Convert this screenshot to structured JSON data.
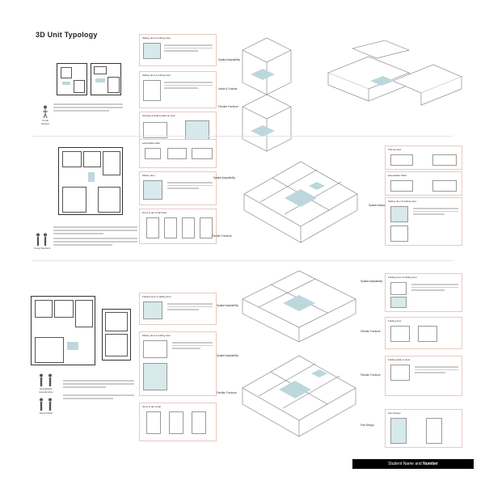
{
  "title": "3D Unit Typology",
  "footer": {
    "name_text": "Student Name and",
    "number_text": "Number"
  },
  "accent_color": "#bcd8dc",
  "card_border_color": "#e8c9c0",
  "section1": {
    "persona_label": "Small Student",
    "cards": [
      {
        "header": "Sliding door & folding door"
      },
      {
        "header": "Sliding door & folding door"
      },
      {
        "header": "Storage & sliding table as seat"
      }
    ],
    "iso_labels": [
      "Spatial Adaptability",
      "Inside & Outside",
      "Flexible Furniture"
    ]
  },
  "section2": {
    "persona_label": "Young Students",
    "cards": [
      {
        "header": "extendable table"
      },
      {
        "header": "Sliding door"
      },
      {
        "header": "Grow & get small desk"
      }
    ],
    "iso_labels": [
      "Spatial Adaptability",
      "Flexible Furniture",
      "Spatial Adaptability"
    ],
    "right_cards": [
      {
        "header": "Pull-out bed"
      },
      {
        "header": "Extendable Table"
      },
      {
        "header": "Sliding door & folding door"
      }
    ]
  },
  "section3": {
    "persona_labels": [
      "Grandfather Grandmother",
      "Senior/Older"
    ],
    "cards": [
      {
        "header": "Folding door & sliding door"
      },
      {
        "header": "Sliding door & folding door"
      },
      {
        "header": "Grow & get small"
      }
    ],
    "iso_labels": [
      "Spatial Adaptability",
      "Spatial Adaptability",
      "Flexible Furniture"
    ],
    "right_labels": [
      "Spatial Adaptability",
      "Flexible Furniture",
      "Flexible Furniture",
      "Part Design"
    ],
    "right_cards": [
      {
        "header": "Folding door & sliding door"
      },
      {
        "header": "Folding door"
      },
      {
        "header": "Folding table & stool"
      },
      {
        "header": "Part Design"
      }
    ]
  }
}
